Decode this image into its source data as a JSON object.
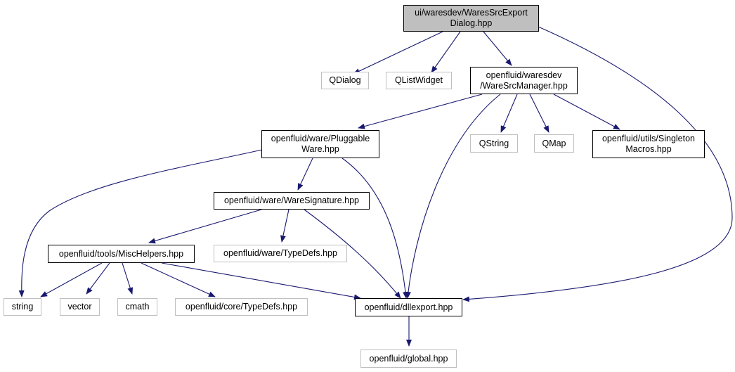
{
  "colors": {
    "edge": "#191970",
    "root_fill": "#bfbfbf",
    "documented_border": "#000000",
    "external_border": "#bfbfbf"
  },
  "nodes": {
    "root": {
      "line1": "ui/waresdev/WaresSrcExport",
      "line2": "Dialog.hpp"
    },
    "qdialog": {
      "label": "QDialog"
    },
    "qlistwidget": {
      "label": "QListWidget"
    },
    "waresrcmanager": {
      "line1": "openfluid/waresdev",
      "line2": "/WareSrcManager.hpp"
    },
    "pluggableware": {
      "line1": "openfluid/ware/Pluggable",
      "line2": "Ware.hpp"
    },
    "qstring": {
      "label": "QString"
    },
    "qmap": {
      "label": "QMap"
    },
    "singletonmacros": {
      "line1": "openfluid/utils/Singleton",
      "line2": "Macros.hpp"
    },
    "waresignature": {
      "label": "openfluid/ware/WareSignature.hpp"
    },
    "misc_helpers": {
      "label": "openfluid/tools/MiscHelpers.hpp"
    },
    "ware_typedefs": {
      "label": "openfluid/ware/TypeDefs.hpp"
    },
    "string": {
      "label": "string"
    },
    "vector": {
      "label": "vector"
    },
    "cmath": {
      "label": "cmath"
    },
    "core_typedefs": {
      "label": "openfluid/core/TypeDefs.hpp"
    },
    "dllexport": {
      "label": "openfluid/dllexport.hpp"
    },
    "global": {
      "label": "openfluid/global.hpp"
    }
  }
}
